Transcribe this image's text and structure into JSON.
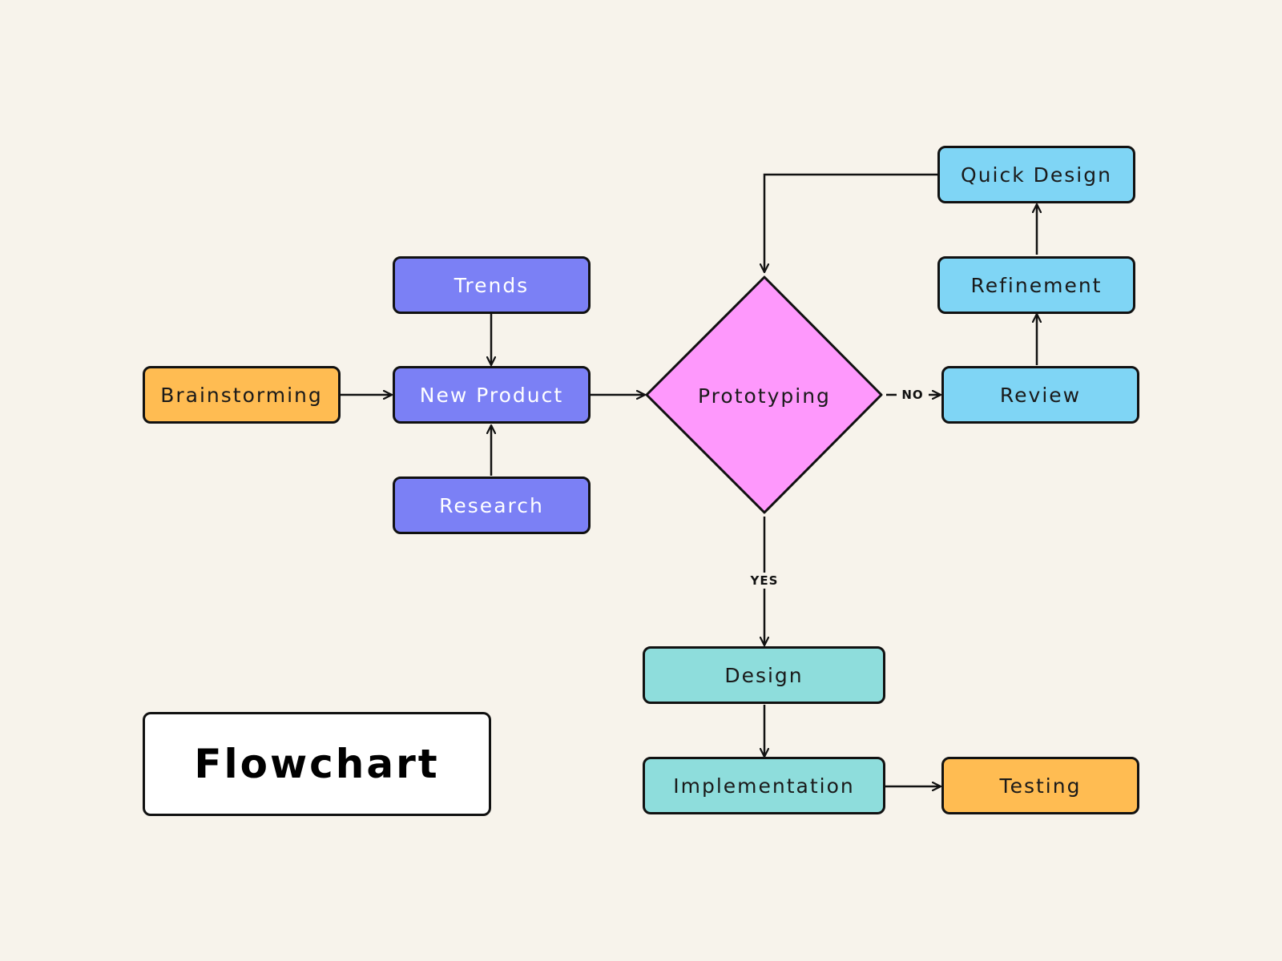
{
  "title": "Flowchart",
  "nodes": {
    "brainstorming": "Brainstorming",
    "trends": "Trends",
    "new_product": "New Product",
    "research": "Research",
    "prototyping": "Prototyping",
    "quick_design": "Quick Design",
    "refinement": "Refinement",
    "review": "Review",
    "design": "Design",
    "implementation": "Implementation",
    "testing": "Testing"
  },
  "edge_labels": {
    "no": "NO",
    "yes": "YES"
  },
  "colors": {
    "background": "#f7f3eb",
    "purple": "#7b80f5",
    "orange": "#ffbc52",
    "blue": "#7fd5f5",
    "teal": "#8edddc",
    "pink": "#fe98fc",
    "stroke": "#111111"
  }
}
